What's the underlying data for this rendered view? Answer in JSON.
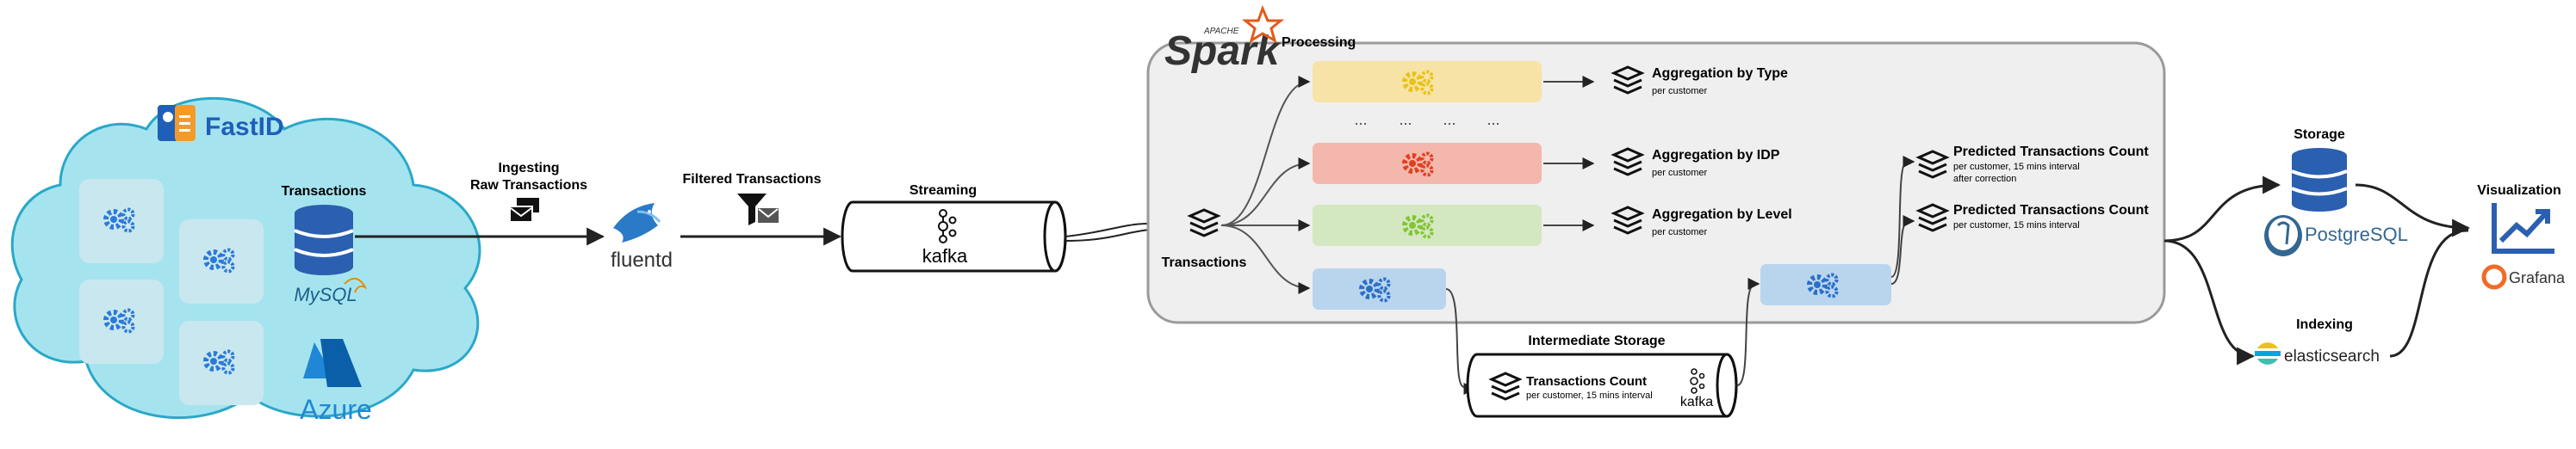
{
  "source": {
    "brand": "FastID",
    "platform": "Azure",
    "db_label": "Transactions",
    "db_name": "MySQL"
  },
  "ingest": {
    "label_line1": "Ingesting",
    "label_line2": "Raw Transactions",
    "tool": "fluentd"
  },
  "filter": {
    "label": "Filtered Transactions"
  },
  "streaming": {
    "label": "Streaming",
    "tool": "kafka"
  },
  "spark": {
    "brand_small": "APACHE",
    "brand": "Spark",
    "title": "Processing",
    "input_label": "Transactions",
    "ellipsis": [
      "...",
      "...",
      "...",
      "..."
    ],
    "aggregations": [
      {
        "title": "Aggregation by Type",
        "sub": "per customer",
        "color": "#f7e3a6"
      },
      {
        "title": "Aggregation by IDP",
        "sub": "per customer",
        "color": "#f4b7ad"
      },
      {
        "title": "Aggregation by Level",
        "sub": "per customer",
        "color": "#d3e8c0"
      }
    ],
    "predicted": [
      {
        "title": "Predicted Transactions Count",
        "sub1": "per customer, 15 mins interval",
        "sub2": "after correction"
      },
      {
        "title": "Predicted Transactions Count",
        "sub1": "per customer, 15 mins interval",
        "sub2": ""
      }
    ],
    "blue_color": "#b9d5ee"
  },
  "intermediate": {
    "label": "Intermediate Storage",
    "title": "Transactions Count",
    "sub": "per customer, 15 mins interval",
    "tool": "kafka"
  },
  "storage": {
    "label": "Storage",
    "tool": "PostgreSQL"
  },
  "indexing": {
    "label": "Indexing",
    "tool": "elasticsearch"
  },
  "visualization": {
    "label": "Visualization",
    "tool": "Grafana"
  }
}
